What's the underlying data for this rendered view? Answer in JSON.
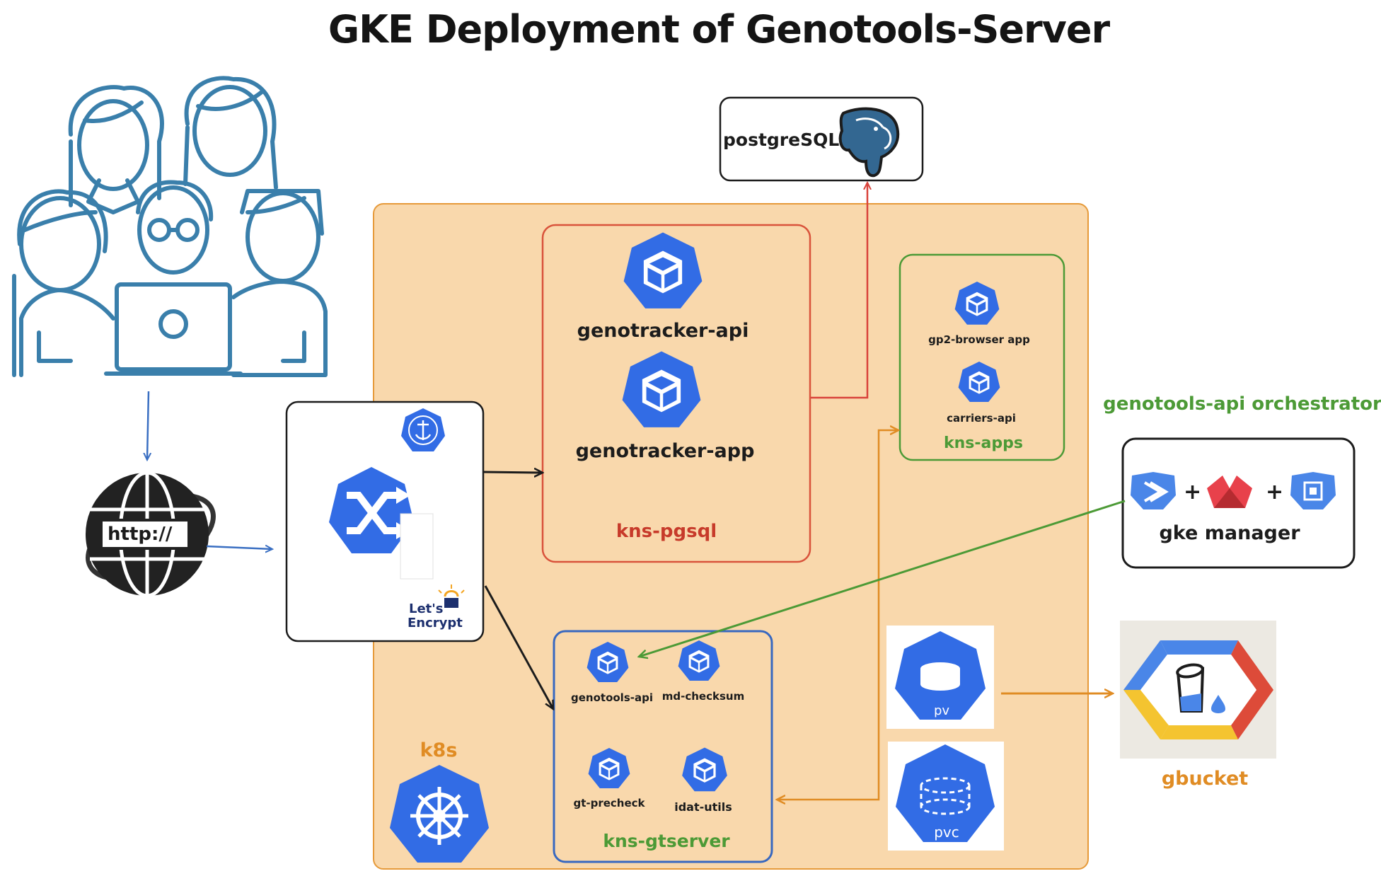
{
  "title": "GKE Deployment of Genotools-Server",
  "clients": {
    "http_label": "http://"
  },
  "ingress": {
    "letsencrypt_line1": "Let's",
    "letsencrypt_line2": "Encrypt"
  },
  "postgres": {
    "label": "postgreSQL"
  },
  "namespaces": {
    "pgsql": {
      "label": "kns-pgsql",
      "services": [
        "genotracker-api",
        "genotracker-app"
      ]
    },
    "apps": {
      "label": "kns-apps",
      "services": [
        "gp2-browser app",
        "carriers-api"
      ]
    },
    "gtserver": {
      "label": "kns-gtserver",
      "services": [
        "genotools-api",
        "md-checksum",
        "gt-precheck",
        "idat-utils"
      ]
    }
  },
  "cluster": {
    "label": "k8s"
  },
  "storage": {
    "pv": "pv",
    "pvc": "pvc",
    "bucket": "gbucket"
  },
  "orchestrator": {
    "title": "genotools-api orchestrator",
    "manager": "gke manager",
    "plus": "+"
  },
  "colors": {
    "k8s_blue": "#326ce5",
    "cluster_fill": "#f9d8ac",
    "cluster_border": "#e69a3a",
    "people_blue": "#3a7fab",
    "pgsql_red": "#c73a2a",
    "apps_green": "#4c9a36",
    "gtserver_blue": "#3868c0",
    "postgres_red": "#d9433b",
    "orange_arrow": "#e08c24"
  }
}
